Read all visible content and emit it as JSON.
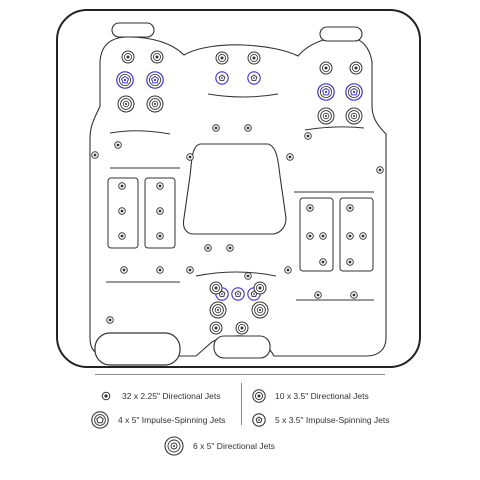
{
  "legend": {
    "jet_32": "32 x 2.25\" Directional Jets",
    "jet_10": "10 x 3.5\" Directional Jets",
    "jet_4": "4 x 5\" Impulse-Spinning Jets",
    "jet_5": "5 x 3.5\" Impulse-Spinning Jets",
    "jet_6": "6 x 5\" Directional Jets"
  },
  "colors": {
    "outline": "#333333",
    "spinning_jet": "#3b36c4"
  },
  "icons": {
    "small_jet": "small-directional-jet-icon",
    "medium_jet": "medium-directional-jet-icon",
    "large_spin_jet": "large-impulse-spinning-jet-icon",
    "medium_spin_jet": "medium-impulse-spinning-jet-icon",
    "large_jet": "large-directional-jet-icon"
  }
}
